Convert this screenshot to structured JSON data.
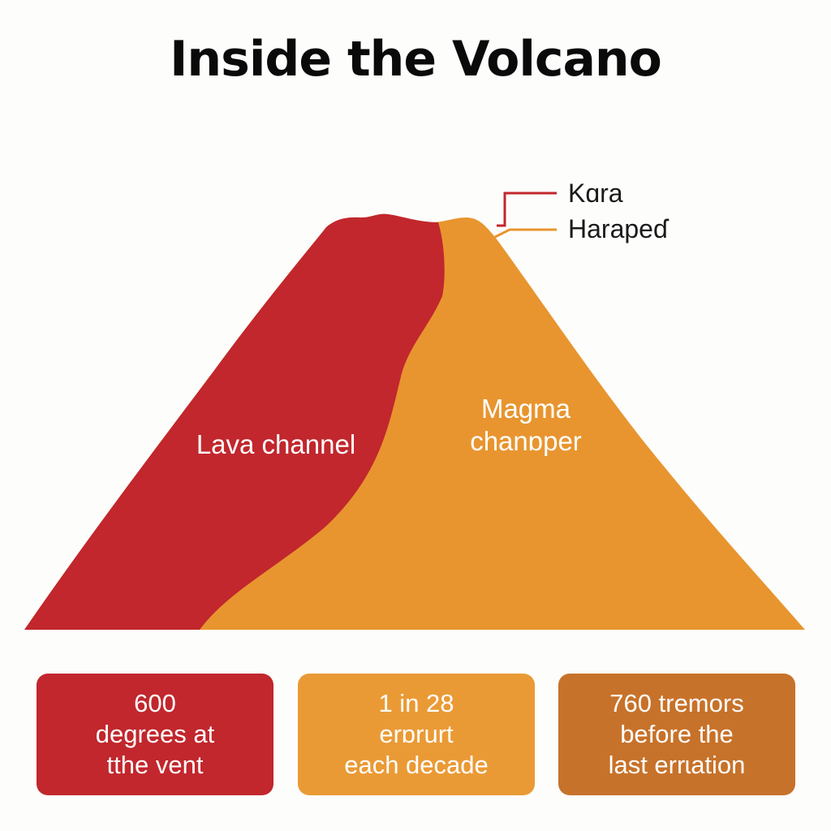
{
  "title": "Inside the Volcano",
  "colors": {
    "lava": "#c1272d",
    "magma": "#e8952f",
    "card_red": "#c1272d",
    "card_orange": "#ea9a35",
    "card_brown": "#c7722a",
    "callout_red": "#c1272d",
    "callout_orange": "#e8952f"
  },
  "callouts": [
    {
      "label": "Kɑra"
    },
    {
      "label": "Harapeɗ"
    }
  ],
  "regions": {
    "lava": [
      "Lava channel"
    ],
    "magma": [
      "Magma",
      "chanɒper"
    ]
  },
  "stats": [
    {
      "lines": [
        "600",
        "degrees at",
        "tthe vent"
      ]
    },
    {
      "lines": [
        "1 in 28",
        "erɒrurt",
        "each decade"
      ]
    },
    {
      "lines": [
        "760 tremors",
        "before the",
        "last errɩation"
      ]
    }
  ]
}
